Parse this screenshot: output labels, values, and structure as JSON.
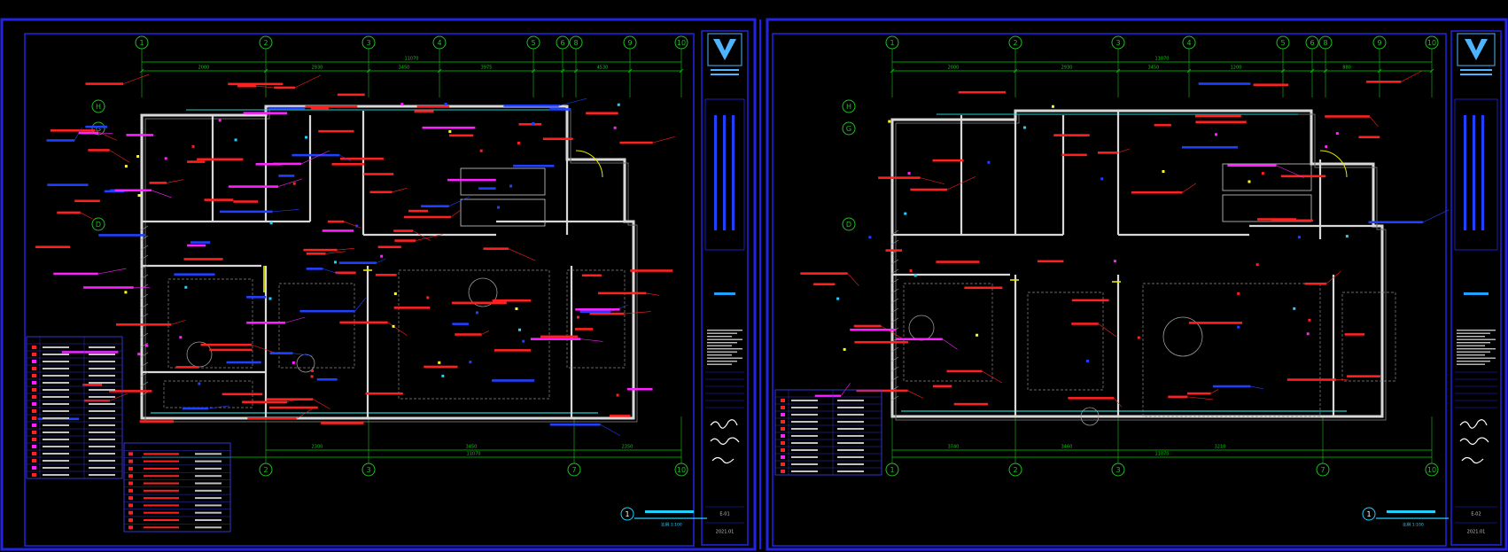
{
  "theme": {
    "background": "#000000",
    "frame": "#2323e6",
    "gridline": "#1fbf1f",
    "dim": "#00d000",
    "wall": "#d8d8d8",
    "annot_red": "#ff2020",
    "annot_blue": "#2040ff",
    "annot_magenta": "#ff20ff",
    "fixture_white": "#cfcfcf",
    "logo_blue": "#4fb4ff"
  },
  "sheets": [
    {
      "id": "left",
      "grid_top": [
        "1",
        "2",
        "3",
        "4",
        "5",
        "6",
        "8",
        "9",
        "10"
      ],
      "grid_bottom": [
        "2",
        "3",
        "7",
        "10"
      ],
      "grid_left": [
        "H",
        "G",
        "D"
      ],
      "dims_top": [
        "2000",
        "2930",
        "3450",
        "3975",
        "4530",
        "11070"
      ],
      "dims_bottom": [
        "2300",
        "3450",
        "2350",
        "11070"
      ],
      "plan_title_no": "1",
      "plan_title_scale": "比例 1:100",
      "title_block": {
        "sheet_no": "E-01",
        "date": "2021.01"
      }
    },
    {
      "id": "right",
      "grid_top": [
        "1",
        "2",
        "3",
        "4",
        "5",
        "6",
        "8",
        "9",
        "10"
      ],
      "grid_bottom": [
        "1",
        "2",
        "3",
        "7",
        "10"
      ],
      "grid_left": [
        "H",
        "G",
        "D"
      ],
      "dims_top": [
        "2000",
        "2930",
        "3450",
        "1200",
        "880",
        "11070"
      ],
      "dims_bottom": [
        "3740",
        "3460",
        "3210",
        "11070"
      ],
      "plan_title_no": "1",
      "plan_title_scale": "比例 1:100",
      "title_block": {
        "sheet_no": "E-02",
        "date": "2021.01"
      }
    }
  ]
}
